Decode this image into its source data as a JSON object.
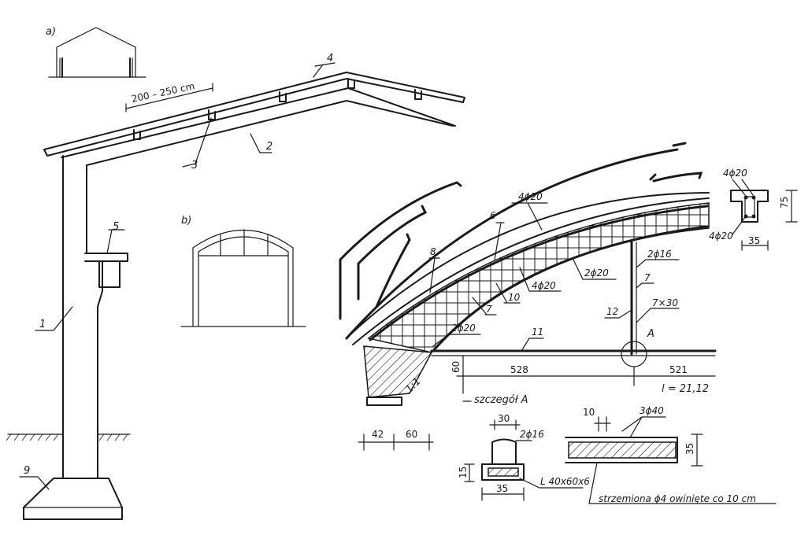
{
  "labels": {
    "variant_a": "a)",
    "variant_b": "b)",
    "spacing": "200 – 250 cm",
    "part_1": "1",
    "part_2": "2",
    "part_3": "3",
    "part_4": "4",
    "part_5": "5",
    "part_9": "9",
    "rebar_4phi20_top": "4ϕ20",
    "rebar_4phi20_mid": "4ϕ20",
    "rebar_2phi20_right": "2ϕ20",
    "rebar_2phi20_left": "2ϕ20",
    "rebar_2phi16": "2ϕ16",
    "rebar_7x30": "7×30",
    "mark_6": "6",
    "mark_7_a": "7",
    "mark_7_b": "7",
    "mark_8": "8",
    "mark_10": "10",
    "mark_11": "11",
    "mark_12": "12",
    "point_A": "A",
    "slope": "1:1",
    "dim_60": "60",
    "dim_528": "528",
    "dim_521": "521",
    "span": "l = 21,12",
    "detail_A": "szczegół A",
    "section_top": "4ϕ20",
    "section_bottom": "4ϕ20",
    "section_height": "75",
    "section_width": "35",
    "dim_42": "42",
    "dim_60b": "60",
    "dim_30": "30",
    "detail_2phi16": "2ϕ16",
    "dim_15": "15",
    "angle": "L 40x60x6",
    "dim_35b": "35",
    "dim_10": "10",
    "tie_3phi40": "3ϕ40",
    "dim_35c": "35",
    "stirrups": "strzemiona ϕ4 owinięte co 10 cm"
  }
}
